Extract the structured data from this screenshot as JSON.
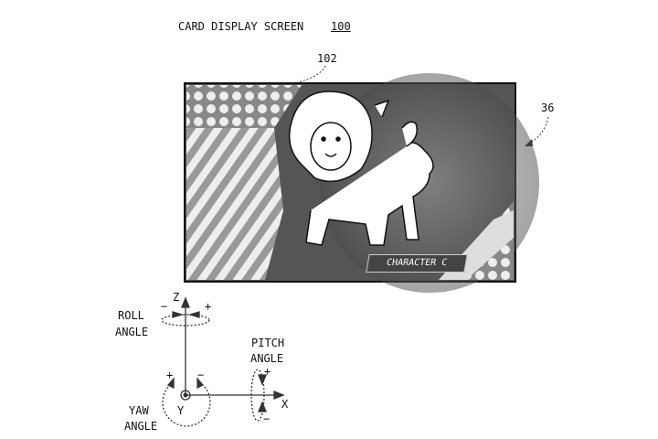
{
  "figure": {
    "title": "CARD DISPLAY SCREEN",
    "title_ref": "100",
    "card_ref": "102",
    "screen_ref": "36",
    "character_label": "CHARACTER C"
  },
  "axes": {
    "z_label": "Z",
    "x_label": "X",
    "y_label": "Y",
    "roll_angle": [
      "ROLL",
      "ANGLE"
    ],
    "pitch_angle": [
      "PITCH",
      "ANGLE"
    ],
    "yaw_angle": [
      "YAW",
      "ANGLE"
    ],
    "plus": "+",
    "minus": "−"
  }
}
